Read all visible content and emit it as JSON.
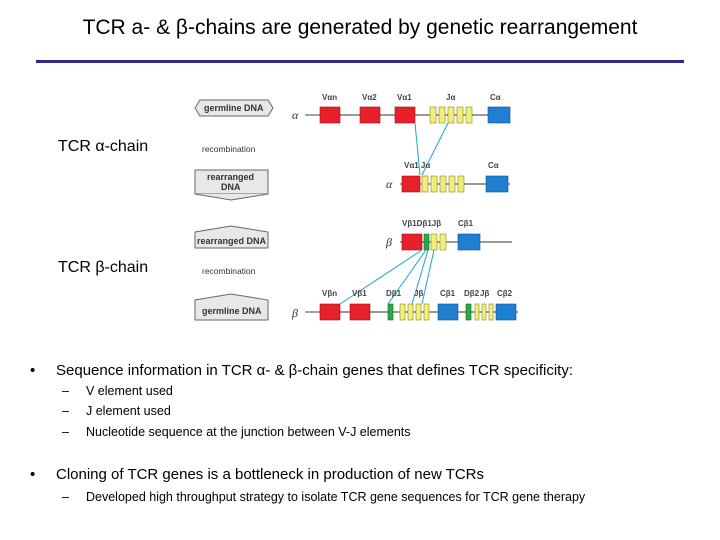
{
  "slide": {
    "title": "TCR a- & β-chains are generated by genetic rearrangement"
  },
  "figure": {
    "labels": {
      "alpha_chain": "TCR α-chain",
      "beta_chain": "TCR β-chain"
    },
    "boxes": {
      "germline_top": "germline DNA",
      "recombination_top": "recombination",
      "rearranged_top_line1": "rearranged",
      "rearranged_top_line2": "DNA",
      "rearranged_bottom": "rearranged DNA",
      "recombination_bottom": "recombination",
      "germline_bottom": "germline DNA"
    },
    "greek": {
      "alpha": "α",
      "beta": "β"
    },
    "alpha_germline": [
      "Vαn",
      "Vα2",
      "Vα1",
      "Jα",
      "Cα"
    ],
    "alpha_rearranged": [
      "Vα1 Jα",
      "Cα"
    ],
    "beta_rearranged": [
      "Vβ1Dβ1Jβ",
      "Cβ1"
    ],
    "beta_germline": [
      "Vβn",
      "Vβ1",
      "Dβ1",
      "Jβ",
      "Cβ1",
      "Dβ2",
      "Jβ",
      "Cβ2"
    ],
    "colors": {
      "v_segment": "#e8202a",
      "j_segment": "#f2ee7a",
      "c_segment": "#1f7fd1",
      "d_segment": "#2aa84a",
      "link_line": "#1ea6c8",
      "box_fill": "#e8e8e8"
    }
  },
  "bullets": [
    {
      "text": "Sequence information in TCR α- & β-chain genes that defines TCR specificity:",
      "subitems": [
        "V element used",
        "J element used",
        "Nucleotide sequence at the junction between V-J elements"
      ]
    },
    {
      "text": "Cloning of TCR genes is a bottleneck in production of new TCRs",
      "subitems": [
        "Developed high throughput strategy to isolate TCR gene sequences for TCR gene therapy"
      ]
    }
  ],
  "bullet_marker": "•",
  "dash_marker": "–"
}
